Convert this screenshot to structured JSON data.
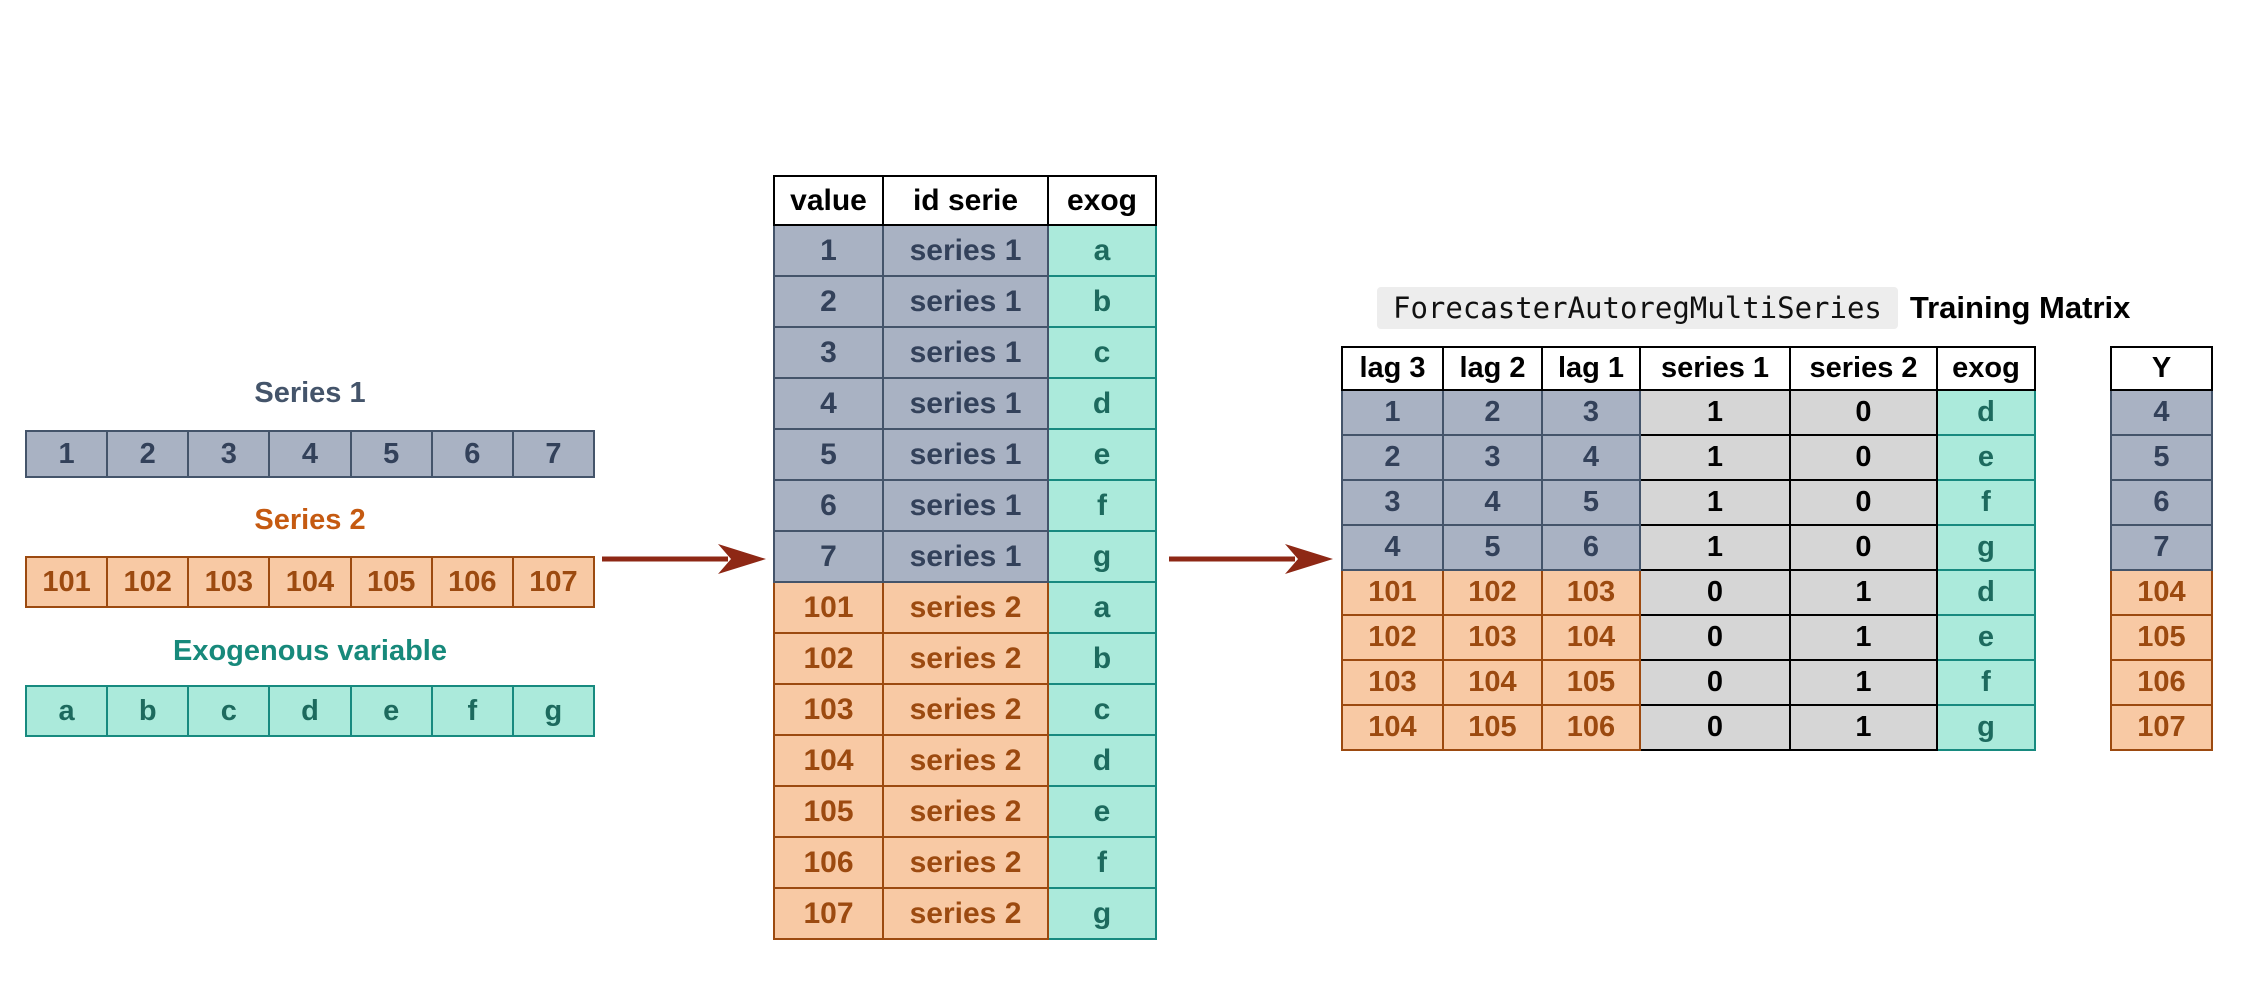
{
  "left_panel": {
    "series1": {
      "title": "Series 1",
      "values": [
        "1",
        "2",
        "3",
        "4",
        "5",
        "6",
        "7"
      ]
    },
    "series2": {
      "title": "Series 2",
      "values": [
        "101",
        "102",
        "103",
        "104",
        "105",
        "106",
        "107"
      ]
    },
    "exog": {
      "title": "Exogenous variable",
      "values": [
        "a",
        "b",
        "c",
        "d",
        "e",
        "f",
        "g"
      ]
    }
  },
  "long_table": {
    "headers": [
      "value",
      "id serie",
      "exog"
    ],
    "rows": [
      {
        "value": "1",
        "id_serie": "series 1",
        "exog": "a"
      },
      {
        "value": "2",
        "id_serie": "series 1",
        "exog": "b"
      },
      {
        "value": "3",
        "id_serie": "series 1",
        "exog": "c"
      },
      {
        "value": "4",
        "id_serie": "series 1",
        "exog": "d"
      },
      {
        "value": "5",
        "id_serie": "series 1",
        "exog": "e"
      },
      {
        "value": "6",
        "id_serie": "series 1",
        "exog": "f"
      },
      {
        "value": "7",
        "id_serie": "series 1",
        "exog": "g"
      },
      {
        "value": "101",
        "id_serie": "series 2",
        "exog": "a"
      },
      {
        "value": "102",
        "id_serie": "series 2",
        "exog": "b"
      },
      {
        "value": "103",
        "id_serie": "series 2",
        "exog": "c"
      },
      {
        "value": "104",
        "id_serie": "series 2",
        "exog": "d"
      },
      {
        "value": "105",
        "id_serie": "series 2",
        "exog": "e"
      },
      {
        "value": "106",
        "id_serie": "series 2",
        "exog": "f"
      },
      {
        "value": "107",
        "id_serie": "series 2",
        "exog": "g"
      }
    ]
  },
  "training_matrix": {
    "title_code": "ForecasterAutoregMultiSeries",
    "title_label": "Training Matrix",
    "headers": [
      "lag 3",
      "lag 2",
      "lag 1",
      "series 1",
      "series 2",
      "exog"
    ],
    "rows": [
      {
        "lag3": "1",
        "lag2": "2",
        "lag1": "3",
        "series1": "1",
        "series2": "0",
        "exog": "d"
      },
      {
        "lag3": "2",
        "lag2": "3",
        "lag1": "4",
        "series1": "1",
        "series2": "0",
        "exog": "e"
      },
      {
        "lag3": "3",
        "lag2": "4",
        "lag1": "5",
        "series1": "1",
        "series2": "0",
        "exog": "f"
      },
      {
        "lag3": "4",
        "lag2": "5",
        "lag1": "6",
        "series1": "1",
        "series2": "0",
        "exog": "g"
      },
      {
        "lag3": "101",
        "lag2": "102",
        "lag1": "103",
        "series1": "0",
        "series2": "1",
        "exog": "d"
      },
      {
        "lag3": "102",
        "lag2": "103",
        "lag1": "104",
        "series1": "0",
        "series2": "1",
        "exog": "e"
      },
      {
        "lag3": "103",
        "lag2": "104",
        "lag1": "105",
        "series1": "0",
        "series2": "1",
        "exog": "f"
      },
      {
        "lag3": "104",
        "lag2": "105",
        "lag1": "106",
        "series1": "0",
        "series2": "1",
        "exog": "g"
      }
    ]
  },
  "y_column": {
    "header": "Y",
    "values": [
      "4",
      "5",
      "6",
      "7",
      "104",
      "105",
      "106",
      "107"
    ]
  },
  "colors": {
    "series1_fill": "#a9b2c3",
    "series1_border": "#44546a",
    "series1_text": "#33415a",
    "series1_title": "#44546a",
    "series2_fill": "#f8c9a4",
    "series2_border": "#9c4a10",
    "series2_text": "#9c4a10",
    "series2_title": "#c55a11",
    "exog_fill": "#abeadb",
    "exog_border": "#178a7f",
    "exog_text": "#1d6a5e",
    "exog_title": "#17897b",
    "dummy_fill": "#d6d6d6",
    "header_bg": "#ffffff",
    "table_line": "#000000",
    "arrow": "#8e2815",
    "code_chip_bg": "#ededed"
  }
}
